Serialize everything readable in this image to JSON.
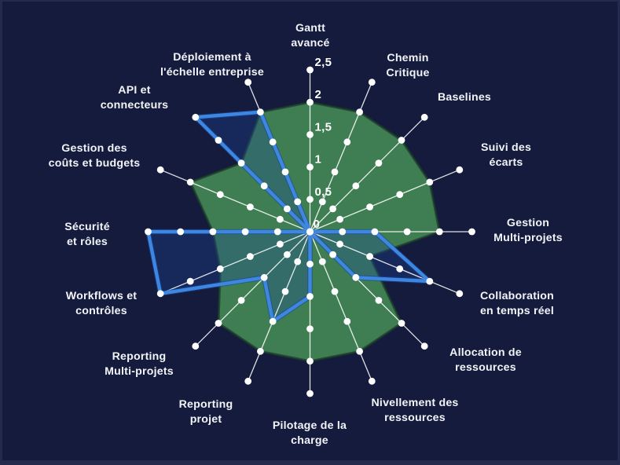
{
  "chart_data": {
    "type": "radar",
    "title": "",
    "categories": [
      "Gantt avancé",
      "Chemin Critique",
      "Baselines",
      "Suivi des écarts",
      "Gestion Multi-projets",
      "Collaboration en temps réel",
      "Allocation de ressources",
      "Nivellement des ressources",
      "Pilotage de la charge",
      "Reporting projet",
      "Reporting Multi-projets",
      "Workflows et contrôles",
      "Sécurité et rôles",
      "Gestion des coûts et budgets",
      "API et connecteurs",
      "Déploiement à l'échelle entreprise"
    ],
    "category_lines": [
      [
        "Gantt",
        "avancé"
      ],
      [
        "Chemin",
        "Critique"
      ],
      [
        "Baselines"
      ],
      [
        "Suivi des",
        "écarts"
      ],
      [
        "Gestion",
        "Multi-projets"
      ],
      [
        "Collaboration",
        "en temps réel"
      ],
      [
        "Allocation de",
        "ressources"
      ],
      [
        "Nivellement des",
        "ressources"
      ],
      [
        "Pilotage de la",
        "charge"
      ],
      [
        "Reporting",
        "projet"
      ],
      [
        "Reporting",
        "Multi-projets"
      ],
      [
        "Workflows et",
        "contrôles"
      ],
      [
        "Sécurité",
        "et rôles"
      ],
      [
        "Gestion des",
        "coûts et budgets"
      ],
      [
        "API et",
        "connecteurs"
      ],
      [
        "Déploiement à",
        "l'échelle entreprise"
      ]
    ],
    "series": [
      {
        "name": "green-series",
        "values": [
          2,
          2,
          2,
          2,
          2,
          1,
          2,
          2,
          2,
          2,
          2,
          1.5,
          1.5,
          2,
          1.5,
          2
        ],
        "fill": "rgba(74,151,88,0.8)",
        "stroke": "rgba(28,58,40,0.7)",
        "stroke_width": 3
      },
      {
        "name": "blue-series",
        "values": [
          0,
          0,
          0,
          0,
          1,
          2,
          1,
          0,
          1,
          1.5,
          1,
          2.5,
          2.5,
          0,
          2.5,
          2
        ],
        "fill": "rgba(30,70,160,0.32)",
        "stroke": "#3D86E2",
        "halo": "rgba(25,70,150,0.55)",
        "stroke_width": 4.4
      }
    ],
    "ticks": [
      {
        "value": 0,
        "label": "0"
      },
      {
        "value": 0.5,
        "label": "0,5"
      },
      {
        "value": 1,
        "label": "1"
      },
      {
        "value": 1.5,
        "label": "1,5"
      },
      {
        "value": 2,
        "label": "2"
      },
      {
        "value": 2.5,
        "label": "2,5"
      }
    ],
    "rmax": 2.5,
    "grid": "dots-every-0.5-on-each-axis",
    "legend": "none",
    "colors": {
      "background": "#141B3C",
      "frame_edge": "#232A4D",
      "axis_line": "#FFFFFF",
      "grid_dot": "#FFFFFF",
      "tick_text": "#FFFFFF",
      "label_text": "#F2F4F8"
    }
  }
}
